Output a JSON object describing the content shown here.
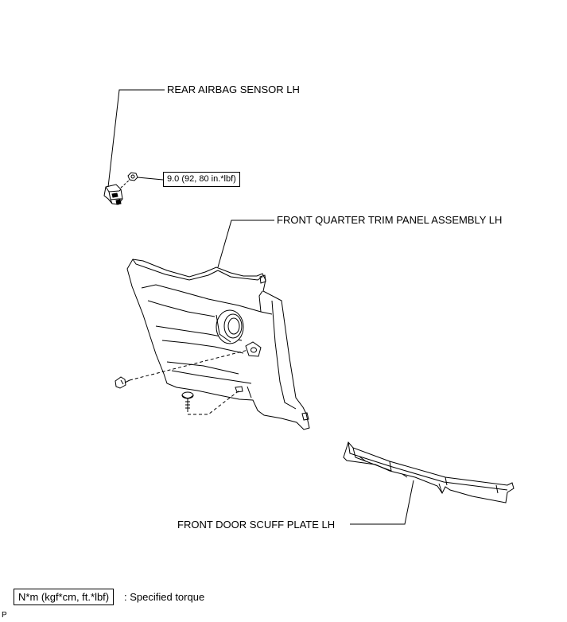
{
  "labels": {
    "rear_airbag_sensor": "REAR AIRBAG SENSOR LH",
    "front_quarter_trim_panel": "FRONT QUARTER TRIM PANEL ASSEMBLY LH",
    "front_door_scuff_plate": "FRONT DOOR SCUFF PLATE LH"
  },
  "torque_spec": "9.0 (92, 80 in.*lbf)",
  "legend": {
    "unit_box": "N*m (kgf*cm, ft.*lbf)",
    "description": ": Specified torque"
  },
  "corner_mark": "P"
}
